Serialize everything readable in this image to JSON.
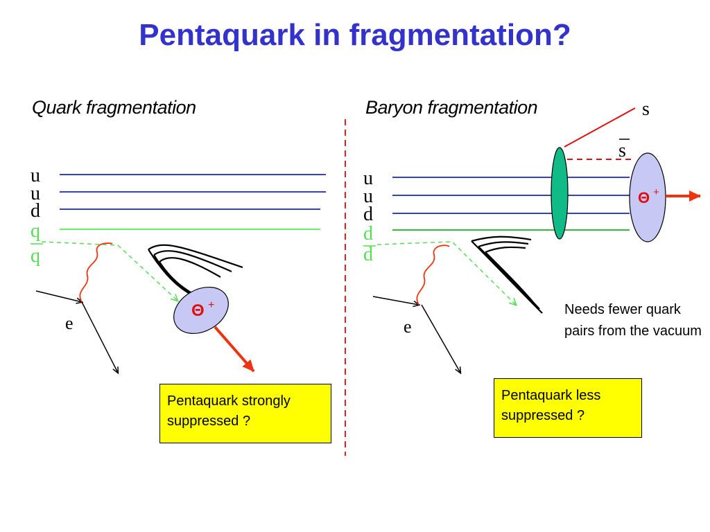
{
  "title": "Pentaquark in fragmentation?",
  "left_panel": {
    "heading": "Quark fragmentation",
    "quarks": [
      "u",
      "u",
      "d",
      "q",
      "q"
    ],
    "electron": "e",
    "particle": "Θ",
    "particle_charge": "+",
    "box_text": "Pentaquark strongly suppressed ?"
  },
  "right_panel": {
    "heading": "Baryon fragmentation",
    "quarks": [
      "u",
      "u",
      "d",
      "d",
      "d"
    ],
    "strange_quark": "s",
    "antistrange_quark": "s",
    "electron": "e",
    "particle": "Θ",
    "particle_charge": "+",
    "note": "Needs fewer quark pairs from the vacuum",
    "box_text": "Pentaquark less suppressed ?"
  },
  "colors": {
    "title": "#3333cc",
    "quark_line": "#3344bb",
    "light_quark": "#66ee66",
    "divider": "#dd2222",
    "photon": "#ee3311",
    "pentaquark_fill": "#c8c8f5",
    "baryon_disc": "#11bb88",
    "box": "#ffff00"
  }
}
